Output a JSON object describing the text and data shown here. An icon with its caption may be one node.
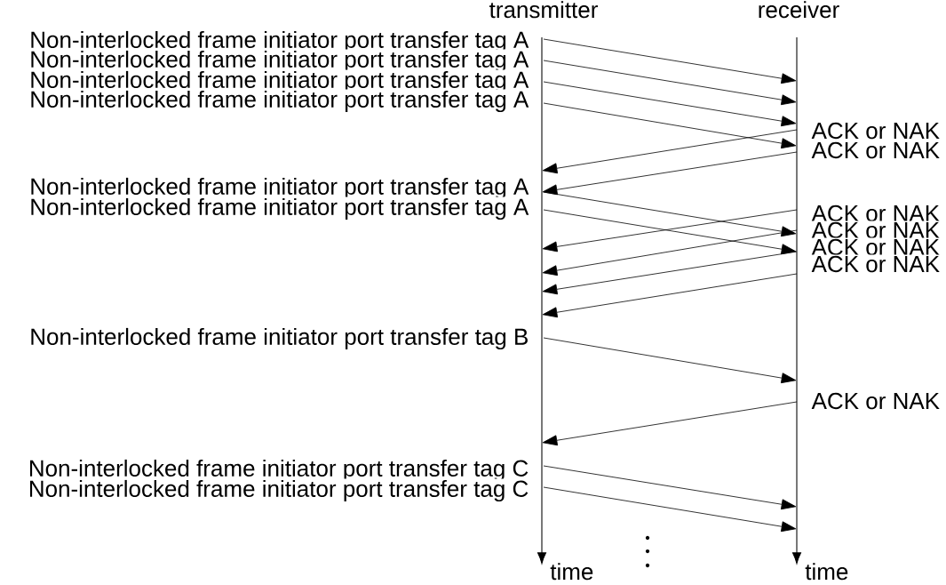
{
  "diagram": {
    "nodes": [
      {
        "text": [
          "transmitter"
        ],
        "beside": [
          "time"
        ]
      },
      {
        "text": [
          "receiver"
        ],
        "beside": [
          "time"
        ]
      }
    ],
    "edges": [
      {
        "from": 0,
        "to": 1,
        "arrow": "to",
        "label": "Non-interlocked frame initiator port transfer tag A"
      },
      {
        "from": 0,
        "to": 1,
        "arrow": "to",
        "label": "Non-interlocked frame initiator port transfer tag A"
      },
      {
        "from": 0,
        "to": 1,
        "arrow": "to",
        "label": "Non-interlocked frame initiator port transfer tag A"
      },
      {
        "from": 0,
        "to": 1,
        "arrow": "to",
        "label": "Non-interlocked frame initiator port transfer tag A"
      },
      {
        "from": 1,
        "to": 0,
        "arrow": "to",
        "label": "ACK or NAK"
      },
      {
        "from": 1,
        "to": 0,
        "arrow": "to",
        "label": "ACK or NAK"
      },
      {
        "from": 0,
        "to": 1,
        "arrow": "to",
        "label": "Non-interlocked frame initiator port transfer tag A"
      },
      {
        "from": 0,
        "to": 1,
        "arrow": "to",
        "label": "Non-interlocked frame initiator port transfer tag A"
      },
      {
        "from": 1,
        "to": 0,
        "arrow": "to",
        "label": "ACK or NAK"
      },
      {
        "from": 1,
        "to": 0,
        "arrow": "to",
        "label": "ACK or NAK"
      },
      {
        "from": 1,
        "to": 0,
        "arrow": "to",
        "label": "ACK or NAK"
      },
      {
        "from": 1,
        "to": 0,
        "arrow": "to",
        "label": "ACK or NAK"
      },
      {
        "from": 0,
        "to": 1,
        "arrow": "to",
        "label": "Non-interlocked frame initiator port transfer tag B"
      },
      {
        "from": 1,
        "to": 0,
        "arrow": "to",
        "label": "ACK or NAK"
      },
      {
        "from": 0,
        "to": 1,
        "arrow": "to",
        "label": "Non-interlocked frame initiator port transfer tag C"
      },
      {
        "from": 0,
        "to": 1,
        "arrow": "to",
        "label": "Non-interlocked frame initiator port transfer tag C"
      }
    ]
  }
}
